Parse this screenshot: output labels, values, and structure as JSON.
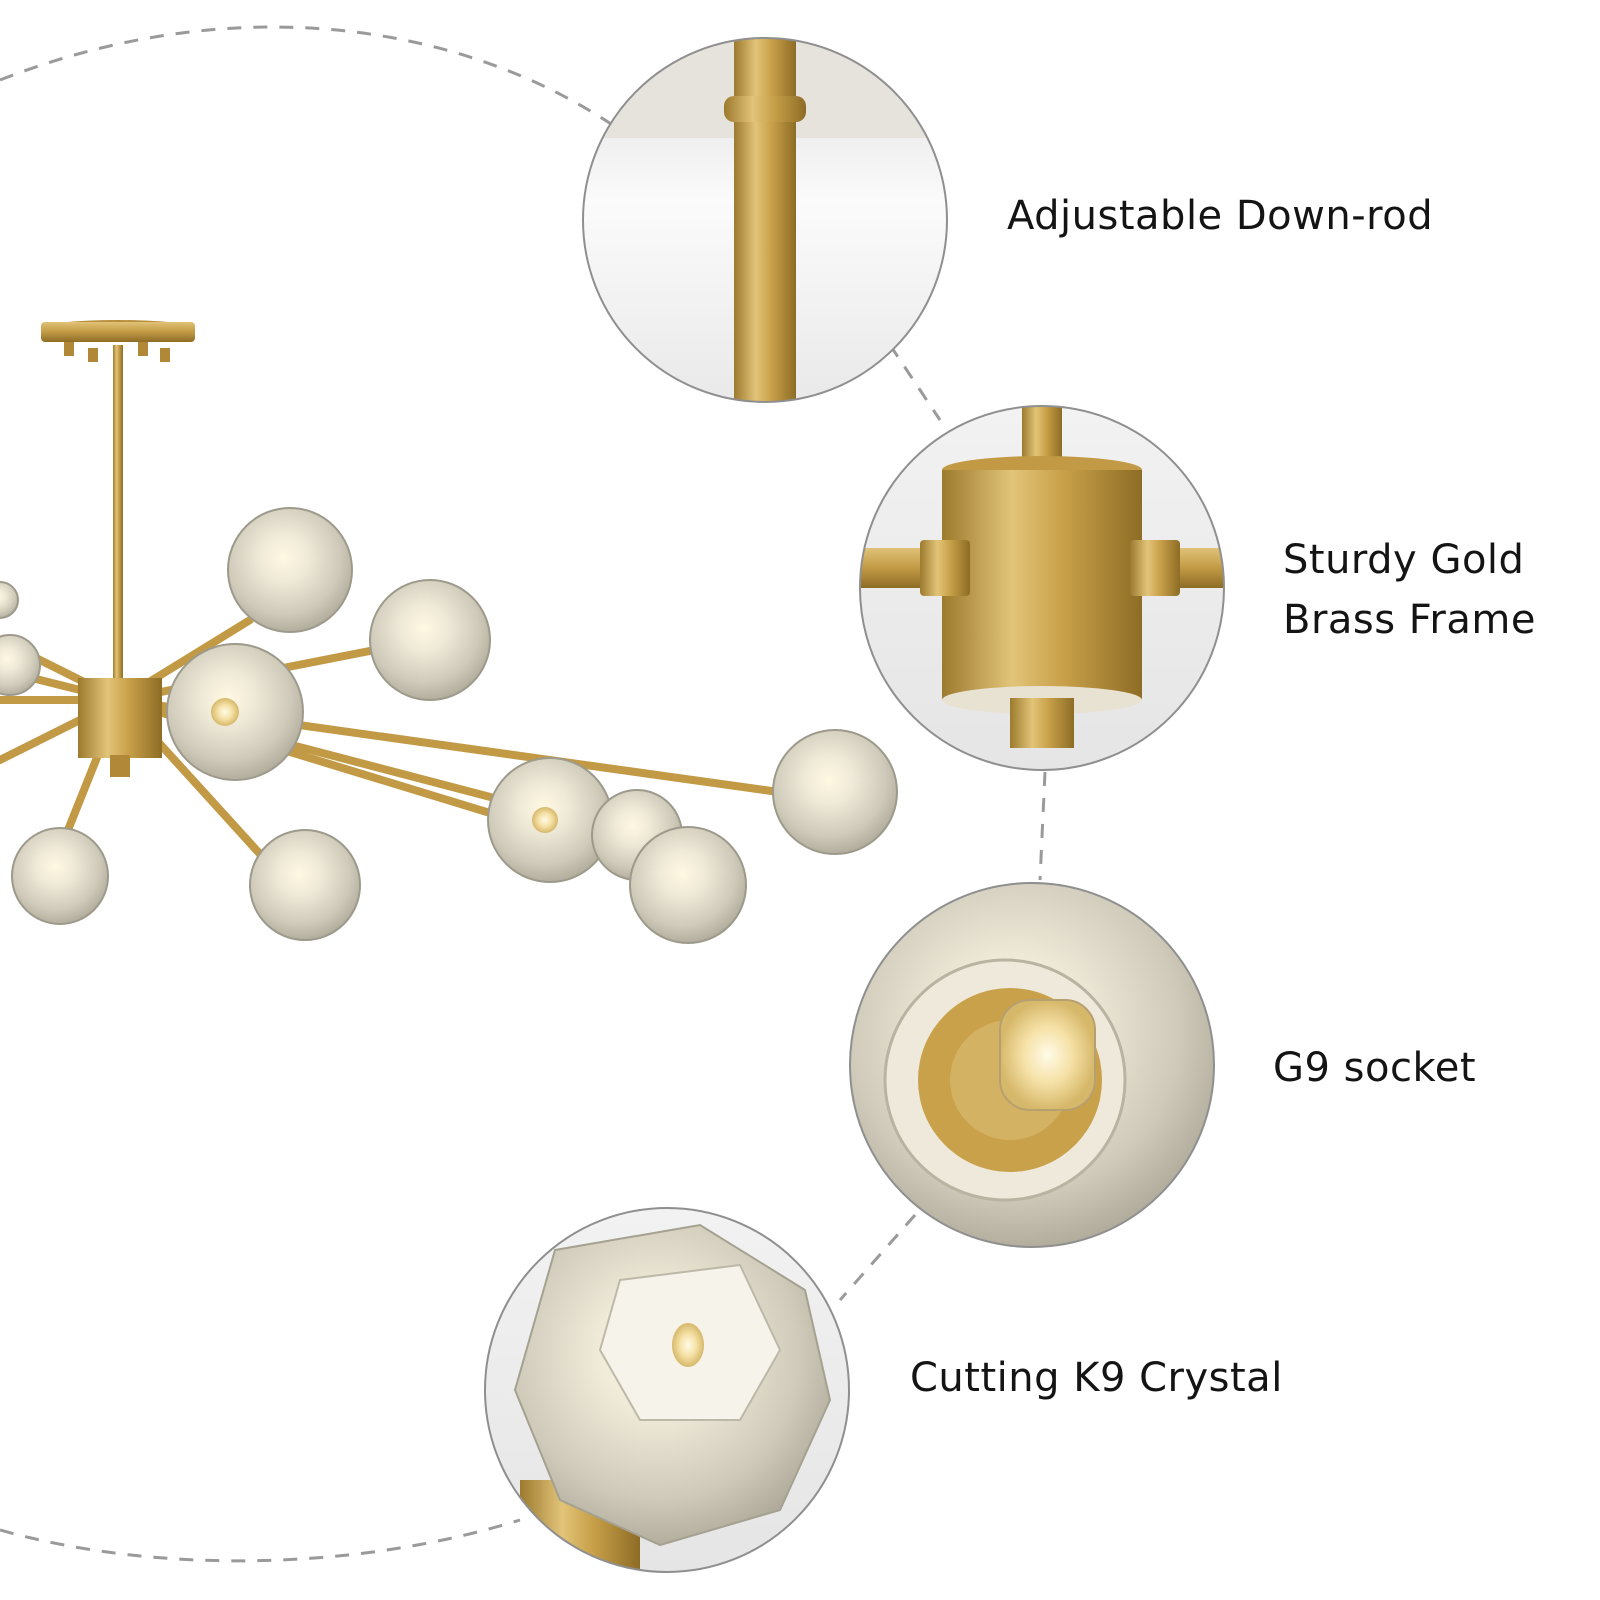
{
  "features": [
    {
      "id": "downrod",
      "lines": [
        "Adjustable Down-rod"
      ],
      "icon": "downrod-closeup-icon"
    },
    {
      "id": "frame",
      "lines": [
        "Sturdy Gold",
        "Brass Frame"
      ],
      "icon": "brass-frame-closeup-icon"
    },
    {
      "id": "socket",
      "lines": [
        "G9 socket"
      ],
      "icon": "g9-socket-closeup-icon"
    },
    {
      "id": "crystal",
      "lines": [
        "Cutting K9 Crystal"
      ],
      "icon": "k9-crystal-closeup-icon"
    }
  ],
  "colors": {
    "brass": "#c9a14a",
    "brass_dark": "#a07d2e",
    "crystal": "#e8e6df",
    "dashed_line": "#9a9a9a",
    "text": "#141414"
  }
}
